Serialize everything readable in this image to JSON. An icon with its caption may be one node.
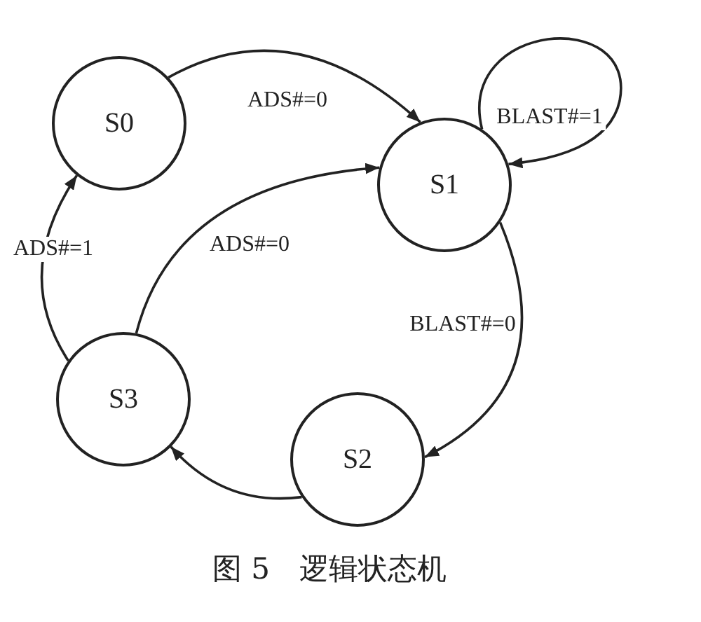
{
  "diagram": {
    "caption": "图 5　逻辑状态机",
    "nodes": [
      {
        "text": [
          "S0"
        ]
      },
      {
        "text": [
          "S1"
        ]
      },
      {
        "text": [
          "S3"
        ]
      },
      {
        "text": [
          "S2"
        ]
      }
    ],
    "edges": [
      {
        "from": 0,
        "to": 1,
        "arrow": "to",
        "label": "ADS#=0"
      },
      {
        "from": 1,
        "to": 1,
        "arrow": "to",
        "label": "BLAST#=1"
      },
      {
        "from": 1,
        "to": 3,
        "arrow": "to",
        "label": "BLAST#=0"
      },
      {
        "from": 3,
        "to": 2,
        "arrow": "to"
      },
      {
        "from": 2,
        "to": 0,
        "arrow": "to",
        "label": "ADS#=1"
      },
      {
        "from": 2,
        "to": 1,
        "arrow": "to",
        "label": "ADS#=0"
      }
    ]
  }
}
